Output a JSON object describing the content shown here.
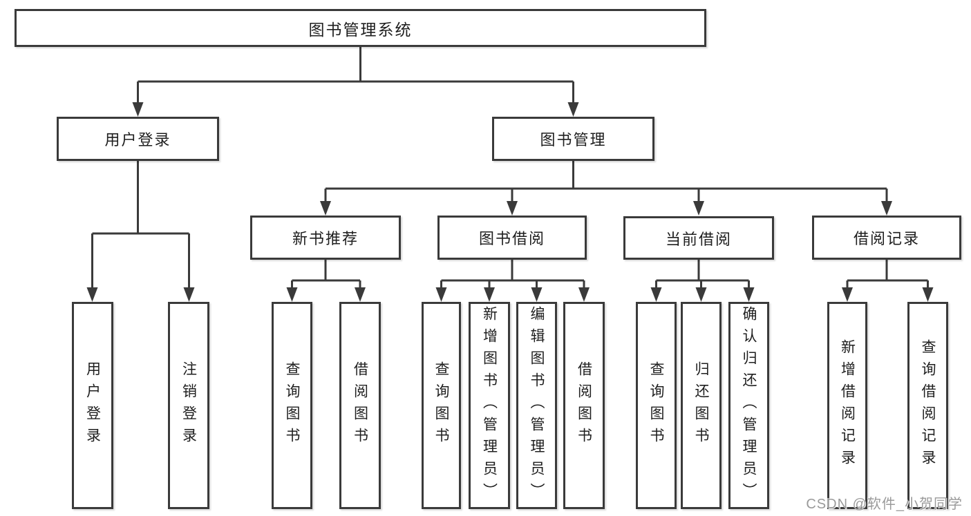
{
  "tree": {
    "label": "图书管理系统",
    "children": [
      {
        "label": "用户登录",
        "children": [
          {
            "label": "用户登录"
          },
          {
            "label": "注销登录"
          }
        ]
      },
      {
        "label": "图书管理",
        "children": [
          {
            "label": "新书推荐",
            "children": [
              {
                "label": "查询图书"
              },
              {
                "label": "借阅图书"
              }
            ]
          },
          {
            "label": "图书借阅",
            "children": [
              {
                "label": "查询图书"
              },
              {
                "label": "新增图书（管理员）"
              },
              {
                "label": "编辑图书（管理员）"
              },
              {
                "label": "借阅图书"
              }
            ]
          },
          {
            "label": "当前借阅",
            "children": [
              {
                "label": "查询图书"
              },
              {
                "label": "归还图书"
              },
              {
                "label": "确认归还（管理员）"
              }
            ]
          },
          {
            "label": "借阅记录",
            "children": [
              {
                "label": "新增借阅记录"
              },
              {
                "label": "查询借阅记录"
              }
            ]
          }
        ]
      }
    ]
  },
  "watermark": {
    "text": "CSDN @软件_小贺同学"
  },
  "colors": {
    "line": "#3a3a3a",
    "text": "#1e1e1e",
    "watermark": "#9a9a9a",
    "background": "#ffffff"
  }
}
